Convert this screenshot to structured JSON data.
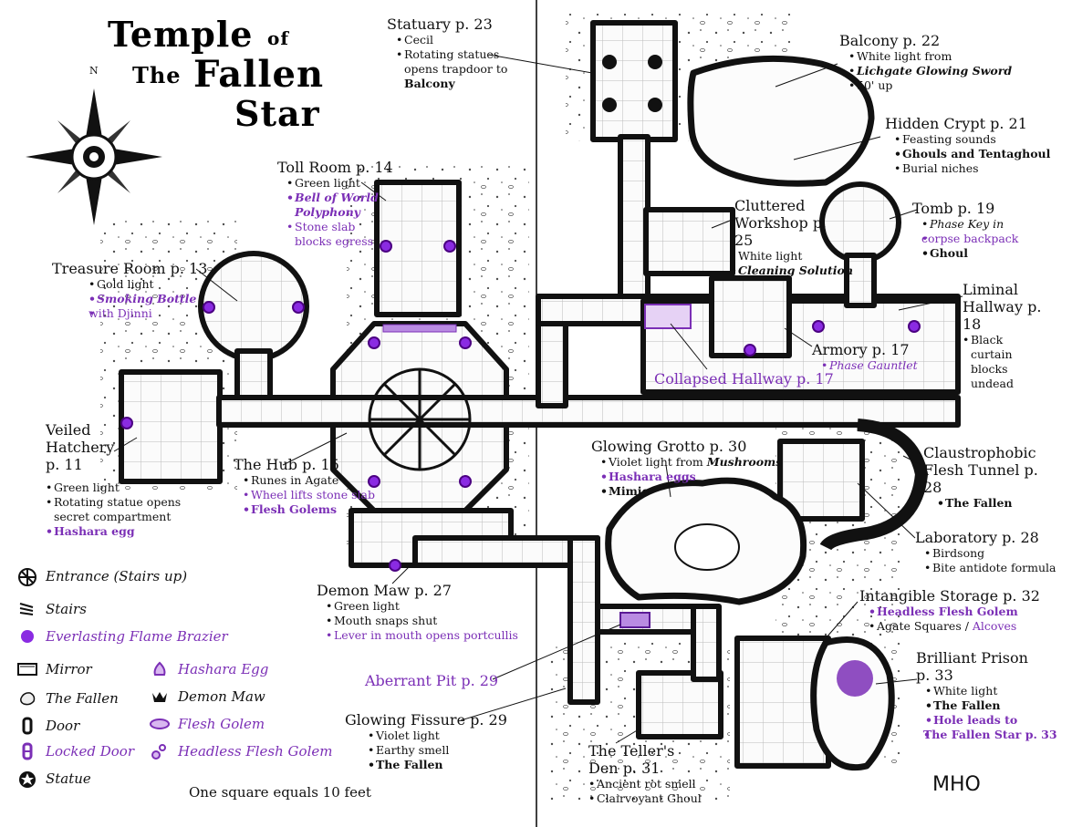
{
  "title": {
    "line1": "Temple",
    "of": "of",
    "line2a": "The",
    "line2b": "Fallen",
    "line3": "Star"
  },
  "compass": {
    "north": "N"
  },
  "rooms": [
    {
      "key": "statuary",
      "title": "Statuary p. 23",
      "notes": [
        {
          "text": "Cecil"
        },
        {
          "text": "Rotating statues opens trapdoor to",
          "extra": "Balcony"
        }
      ]
    },
    {
      "key": "balcony",
      "title": "Balcony p. 22",
      "notes": [
        {
          "text": "White light from",
          "extra": "Lichgate Glowing Sword"
        },
        {
          "text": "50' up"
        }
      ]
    },
    {
      "key": "hidden_crypt",
      "title": "Hidden Crypt p. 21",
      "notes": [
        {
          "text": "Feasting sounds"
        },
        {
          "text": "Ghouls and Tentaghoul"
        },
        {
          "text": "Burial niches"
        }
      ]
    },
    {
      "key": "toll_room",
      "title": "Toll Room p. 14",
      "notes": [
        {
          "text": "Green light"
        },
        {
          "text": "Bell of World Polyphony"
        },
        {
          "text": "Stone slab blocks egress"
        }
      ]
    },
    {
      "key": "cluttered_workshop",
      "title": "Cluttered Workshop p. 25",
      "notes": [
        {
          "text": "White light"
        },
        {
          "text": "Cleaning Solution"
        }
      ]
    },
    {
      "key": "tomb",
      "title": "Tomb p. 19",
      "notes": [
        {
          "text": "Phase Key in",
          "extra": "corpse backpack"
        },
        {
          "text": "Ghoul"
        }
      ]
    },
    {
      "key": "treasure_room",
      "title": "Treasure Room p. 13",
      "notes": [
        {
          "text": "Gold light"
        },
        {
          "text": "Smoking Bottle",
          "extra": "with Djinni"
        }
      ]
    },
    {
      "key": "liminal_hallway",
      "title": "Liminal Hallway p. 18",
      "notes": [
        {
          "text": "Black curtain blocks undead"
        }
      ]
    },
    {
      "key": "armory",
      "title": "Armory p. 17",
      "notes": [
        {
          "text": "Phase Gauntlet"
        }
      ]
    },
    {
      "key": "collapsed_hallway",
      "title": "Collapsed Hallway p. 17"
    },
    {
      "key": "veiled_hatchery",
      "title": "Veiled Hatchery p. 11",
      "notes": [
        {
          "text": "Green light"
        },
        {
          "text": "Rotating statue opens secret compartment"
        },
        {
          "text": "Hashara egg"
        }
      ]
    },
    {
      "key": "the_hub",
      "title": "The Hub p. 15",
      "notes": [
        {
          "text": "Runes in Agate"
        },
        {
          "text": "Wheel lifts stone slab"
        },
        {
          "text": "Flesh Golems"
        }
      ]
    },
    {
      "key": "glowing_grotto",
      "title": "Glowing Grotto p. 30",
      "notes": [
        {
          "text": "Violet light from",
          "extra": "Mushrooms"
        },
        {
          "text": "Hashara eggs"
        },
        {
          "text": "Mimic"
        }
      ]
    },
    {
      "key": "claustrophobic",
      "title": "Claustrophobic Flesh Tunnel p. 28",
      "notes": [
        {
          "text": "The Fallen"
        }
      ]
    },
    {
      "key": "laboratory",
      "title": "Laboratory p. 28",
      "notes": [
        {
          "text": "Birdsong"
        },
        {
          "text": "Bite antidote formula"
        }
      ]
    },
    {
      "key": "demon_maw",
      "title": "Demon Maw p. 27",
      "notes": [
        {
          "text": "Green light"
        },
        {
          "text": "Mouth snaps shut"
        },
        {
          "text": "Lever in mouth opens portcullis"
        }
      ]
    },
    {
      "key": "intangible_storage",
      "title": "Intangible Storage p. 32",
      "notes": [
        {
          "text": "Headless Flesh Golem"
        },
        {
          "text": "Agate Squares /",
          "extra": "Alcoves"
        }
      ]
    },
    {
      "key": "aberrant_pit",
      "title": "Aberrant Pit p. 29"
    },
    {
      "key": "brilliant_prison",
      "title": "Brilliant Prison p. 33",
      "notes": [
        {
          "text": "White light"
        },
        {
          "text": "The Fallen"
        },
        {
          "text": "Hole leads to",
          "extra": "The Fallen Star p. 33"
        }
      ]
    },
    {
      "key": "glowing_fissure",
      "title": "Glowing Fissure p. 29",
      "notes": [
        {
          "text": "Violet light"
        },
        {
          "text": "Earthy smell"
        },
        {
          "text": "The Fallen"
        }
      ]
    },
    {
      "key": "tellers_den",
      "title": "The Teller's Den p. 31",
      "notes": [
        {
          "text": "Ancient rot smell"
        },
        {
          "text": "Clairvoyant Ghoul"
        }
      ]
    }
  ],
  "legend": [
    {
      "icon": "entrance-icon",
      "label": "Entrance (Stairs up)"
    },
    {
      "icon": "stairs-icon",
      "label": "Stairs"
    },
    {
      "icon": "brazier-icon",
      "label": "Everlasting Flame Brazier",
      "color": "#7b2fb6"
    },
    {
      "icon": "mirror-icon",
      "label": "Mirror"
    },
    {
      "icon": "hashara-egg-icon",
      "label": "Hashara Egg",
      "color": "#7b2fb6"
    },
    {
      "icon": "the-fallen-icon",
      "label": "The Fallen"
    },
    {
      "icon": "demon-maw-icon",
      "label": "Demon Maw"
    },
    {
      "icon": "door-icon",
      "label": "Door"
    },
    {
      "icon": "flesh-golem-icon",
      "label": "Flesh Golem",
      "color": "#7b2fb6"
    },
    {
      "icon": "locked-door-icon",
      "label": "Locked Door",
      "color": "#7b2fb6"
    },
    {
      "icon": "headless-flesh-golem-icon",
      "label": "Headless Flesh Golem",
      "color": "#7b2fb6"
    },
    {
      "icon": "statue-icon",
      "label": "Statue"
    }
  ],
  "scale_note": "One square equals 10 feet",
  "signature": "MHO",
  "colors": {
    "ink": "#111111",
    "accent_purple": "#7b2fb6",
    "floor": "#fafafa",
    "wall": "#222222"
  }
}
